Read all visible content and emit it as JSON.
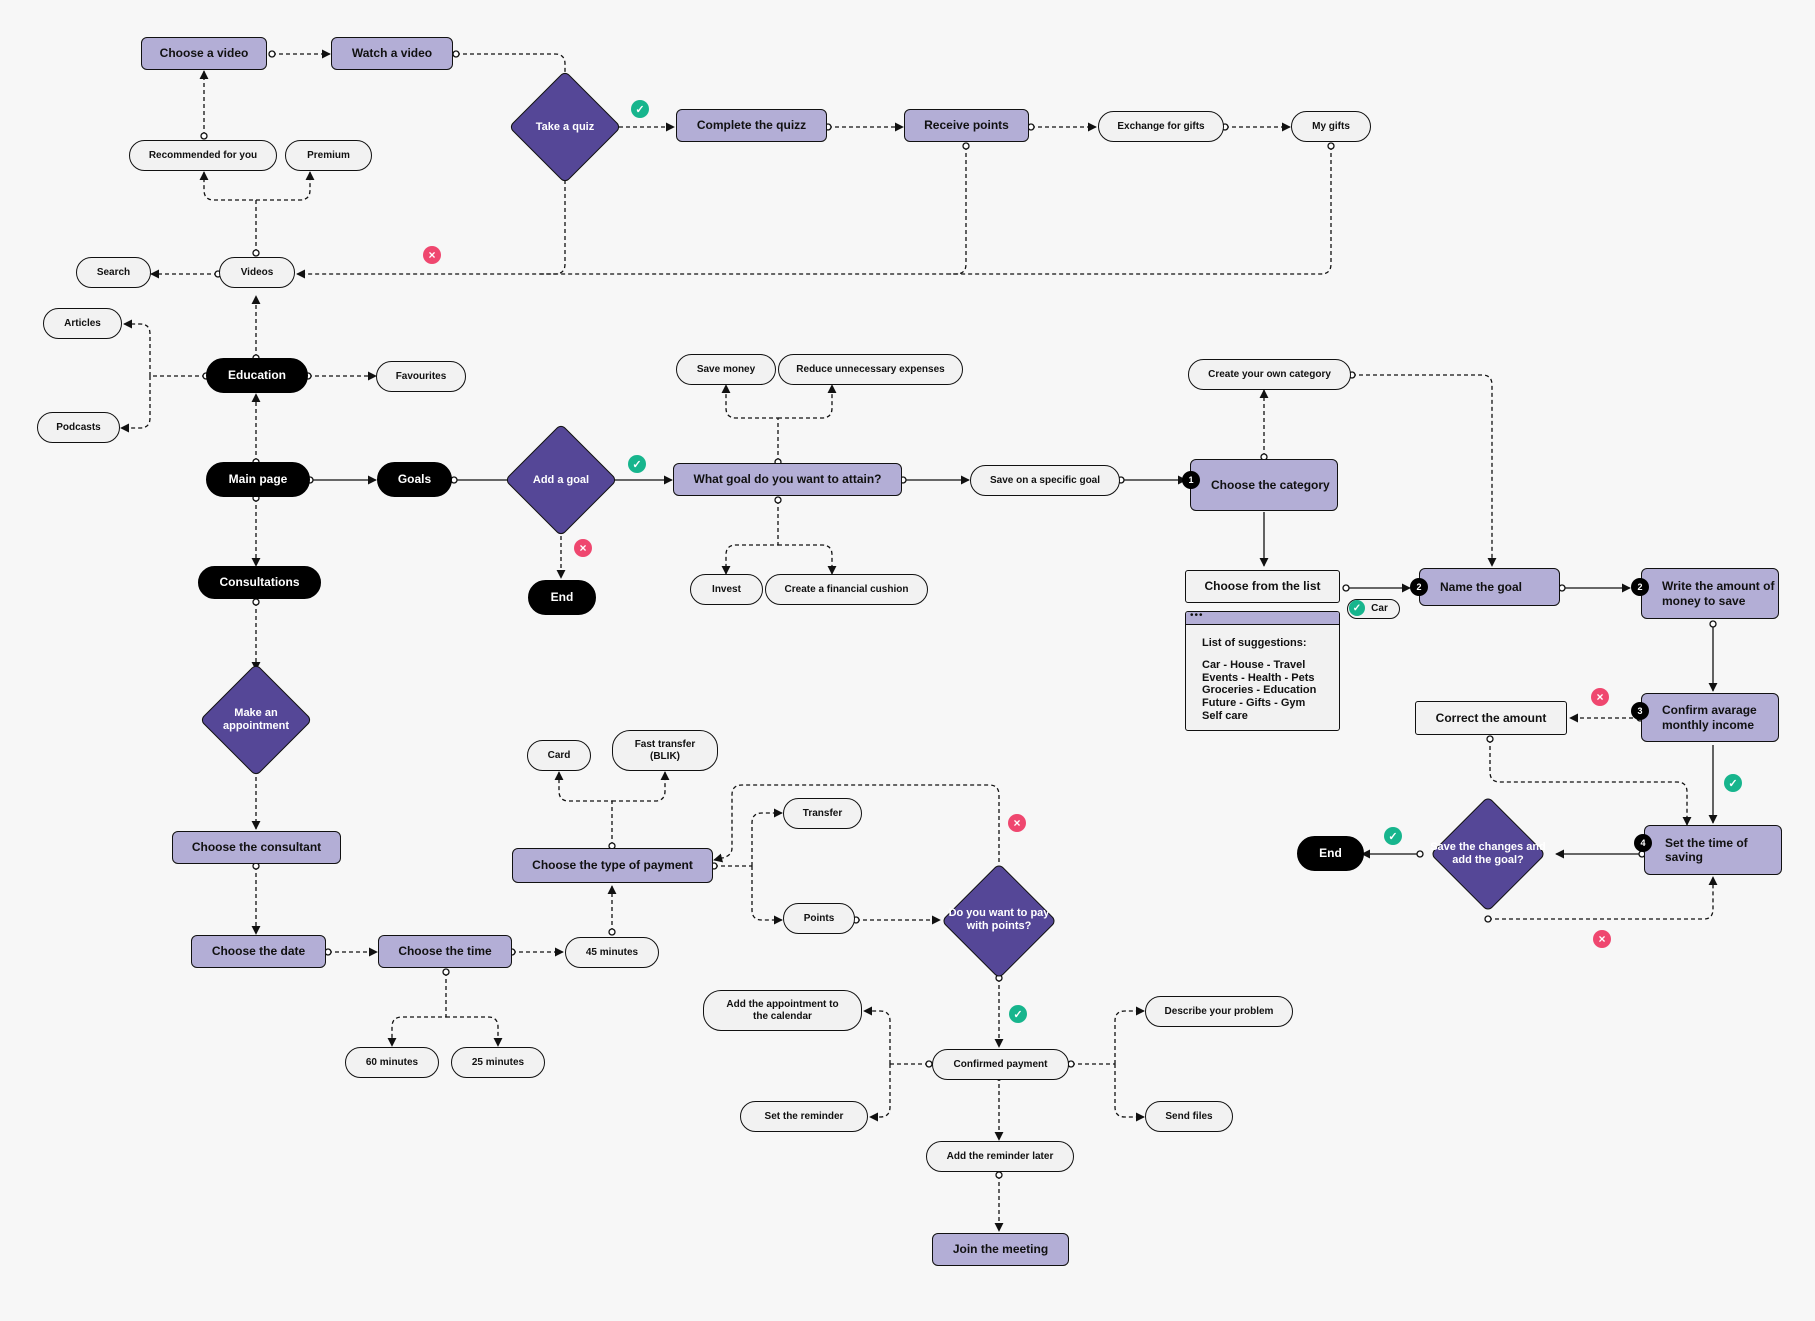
{
  "nodes": {
    "choose_video": "Choose a video",
    "watch_video": "Watch a video",
    "take_quiz": "Take a quiz",
    "complete_quiz": "Complete the quizz",
    "receive_points": "Receive points",
    "exchange_gifts": "Exchange for gifts",
    "my_gifts": "My gifts",
    "recommended": "Recommended for you",
    "premium": "Premium",
    "search": "Search",
    "videos": "Videos",
    "articles": "Articles",
    "podcasts": "Podcasts",
    "education": "Education",
    "favourites": "Favourites",
    "main_page": "Main page",
    "goals": "Goals",
    "add_goal": "Add a goal",
    "end_goal": "End",
    "consultations": "Consultations",
    "save_money": "Save money",
    "reduce_expenses": "Reduce unnecessary expenses",
    "what_goal": "What goal do you want to attain?",
    "save_specific": "Save on a specific goal",
    "invest": "Invest",
    "financial_cushion": "Create a financial cushion",
    "create_category": "Create your own category",
    "choose_category": "Choose the category",
    "choose_list": "Choose from the list",
    "car_chip": "Car",
    "name_goal": "Name the goal",
    "write_amount": "Write the amount of money to save",
    "confirm_income": "Confirm avarage monthly income",
    "correct_amount": "Correct the amount",
    "set_time": "Set the time of saving",
    "save_changes": "Save the changes and add the goal?",
    "end_save": "End",
    "make_appointment": "Make an appointment",
    "choose_consultant": "Choose the consultant",
    "choose_date": "Choose the date",
    "choose_time": "Choose the time",
    "min45": "45 minutes",
    "min60": "60 minutes",
    "min25": "25 minutes",
    "card": "Card",
    "fast_transfer": "Fast transfer (BLIK)",
    "choose_payment": "Choose the type of payment",
    "transfer": "Transfer",
    "points": "Points",
    "pay_points": "Do you want to pay with points?",
    "add_calendar": "Add the appointment to the calendar",
    "set_reminder": "Set the reminder",
    "confirmed_payment": "Confirmed payment",
    "describe_problem": "Describe your problem",
    "send_files": "Send files",
    "reminder_later": "Add the reminder later",
    "join_meeting": "Join the meeting"
  },
  "badges": {
    "b1": "1",
    "b2a": "2",
    "b2b": "2",
    "b3": "3",
    "b4": "4"
  },
  "suggestions": {
    "window_dots": "•••",
    "title": "List of suggestions:",
    "lines": [
      "Car - House - Travel",
      "Events -  Health - Pets",
      "Groceries - Education",
      "Future - Gifts - Gym",
      "Self care"
    ]
  },
  "icons": {
    "yes": "check-circle-icon",
    "no": "cross-circle-icon"
  },
  "colors": {
    "process": "#b3aed6",
    "decision": "#554797",
    "terminal": "#000000",
    "option": "#f2f2f2",
    "yes": "#17b58d",
    "no": "#ef476f"
  }
}
